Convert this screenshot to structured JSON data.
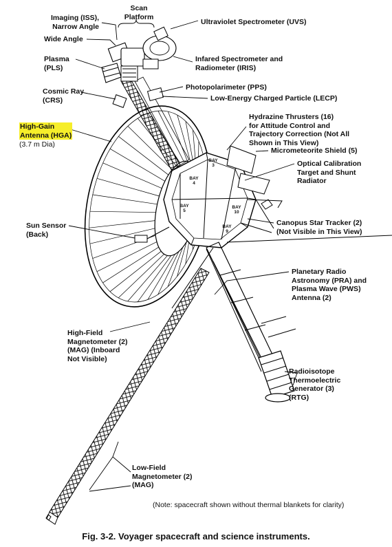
{
  "labels": {
    "imaging": "Imaging (ISS),\nNarrow Angle",
    "scan_platform": "Scan\nPlatform",
    "uvs": "Ultraviolet Spectrometer (UVS)",
    "wide_angle": "Wide Angle",
    "plasma": "Plasma\n(PLS)",
    "iris": "Infared Spectrometer and\nRadiometer (IRIS)",
    "cosmic_ray": "Cosmic Ray\n(CRS)",
    "pps": "Photopolarimeter (PPS)",
    "lecp": "Low-Energy Charged Particle (LECP)",
    "hga_name": "High-Gain\nAntenna (HGA)",
    "hga_size": "(3.7 m Dia)",
    "thrusters": "Hydrazine Thrusters (16)\nfor Attitude Control and\nTrajectory Correction (Not All\nShown in This View)",
    "micrometeorite": "Micrometeorite Shield (5)",
    "optical_cal": "Optical Calibration\nTarget and Shunt\nRadiator",
    "sun_sensor": "Sun Sensor\n(Back)",
    "canopus": "Canopus Star Tracker (2)\n(Not Visible in This View)",
    "pra": "Planetary Radio\nAstronomy (PRA) and\nPlasma Wave (PWS)\nAntenna (2)",
    "high_mag": "High-Field\nMagnetometer (2)\n(MAG) (Inboard\nNot Visible)",
    "rtg": "Radioisotope\nThermoelectric\nGenerator (3)\n(RTG)",
    "low_mag": "Low-Field\nMagnetometer (2)\n(MAG)"
  },
  "bays": {
    "bay3": "BAY\n3",
    "bay4": "BAY\n4",
    "bay5": "BAY\n5",
    "bay9": "BAY\n9",
    "bay10": "BAY\n10"
  },
  "note": "(Note: spacecraft shown without thermal blankets for clarity)",
  "caption": "Fig. 3-2. Voyager spacecraft and science instruments.",
  "highlight_color": "#f6ee2a"
}
